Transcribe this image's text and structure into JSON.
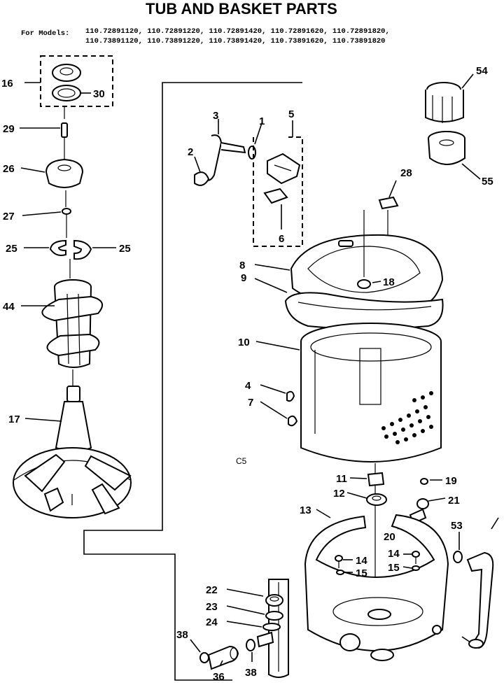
{
  "header": {
    "title": "TUB AND BASKET PARTS",
    "models_prefix": "For Models:",
    "models_line1": "110.72891120, 110.72891220, 110.72891420, 110.72891620, 110.72891820,",
    "models_line2": "110.73891120, 110.73891220, 110.73891420, 110.73891620, 110.73891820"
  },
  "diagram_code": "C5",
  "callouts": {
    "p16": "16",
    "p30": "30",
    "p29": "29",
    "p26": "26",
    "p27": "27",
    "p25a": "25",
    "p25b": "25",
    "p44": "44",
    "p17": "17",
    "p3": "3",
    "p1": "1",
    "p5": "5",
    "p2": "2",
    "p6": "6",
    "p28": "28",
    "p54": "54",
    "p55": "55",
    "p8": "8",
    "p9": "9",
    "p18": "18",
    "p10": "10",
    "p4": "4",
    "p7": "7",
    "p11": "11",
    "p12": "12",
    "p19": "19",
    "p21": "21",
    "p20": "20",
    "p13": "13",
    "p53": "53",
    "p14a": "14",
    "p15a": "15",
    "p14b": "14",
    "p15b": "15",
    "p22": "22",
    "p23": "23",
    "p24": "24",
    "p38a": "38",
    "p36": "36",
    "p38b": "38"
  }
}
